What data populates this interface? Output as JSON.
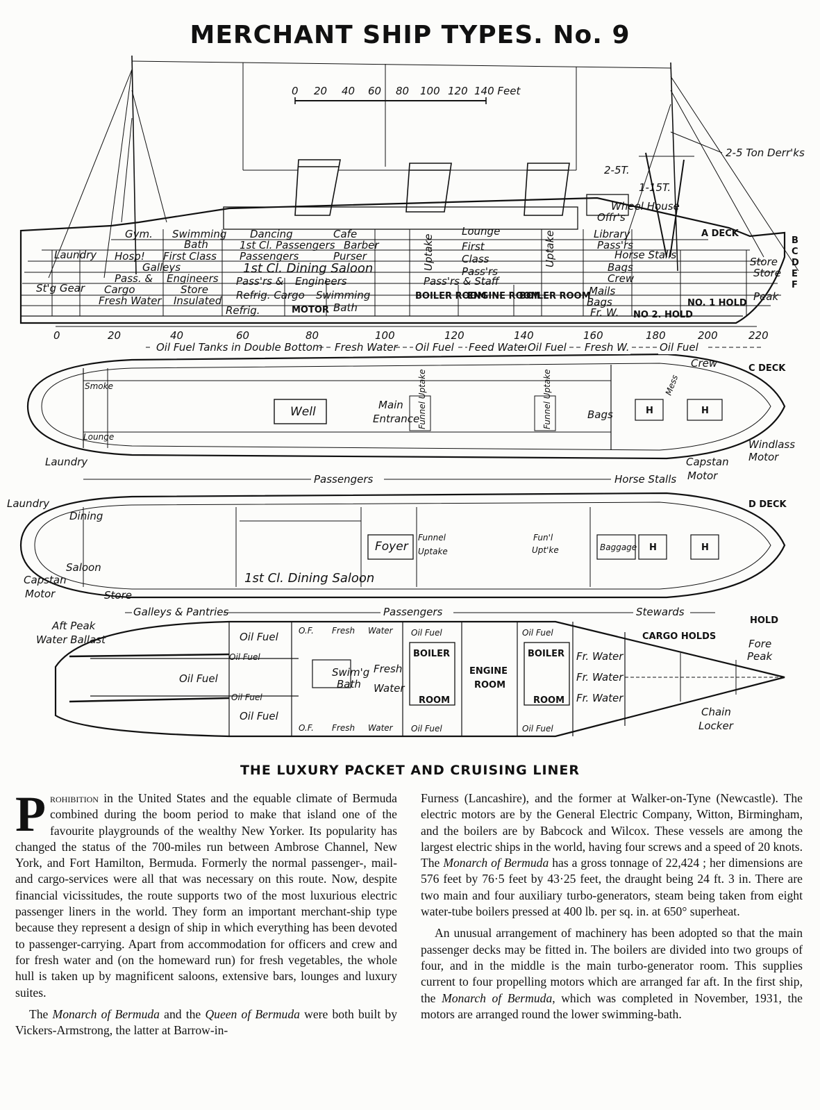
{
  "page": {
    "title": "MERCHANT SHIP TYPES. No. 9",
    "subtitle": "THE LUXURY PACKET AND CRUISING LINER"
  },
  "scale_bar": {
    "ticks": [
      "0",
      "20",
      "40",
      "60",
      "80",
      "100",
      "120",
      "140 Feet"
    ]
  },
  "profile": {
    "labels": {
      "gym": "Gym.",
      "swimming_bath": "Swimming",
      "bath": "Bath",
      "dancing": "Dancing",
      "cafe": "Cafe",
      "lounge": "Lounge",
      "wheel_house": "Wheel House",
      "offrs": "Offr's",
      "library": "Library",
      "passrs_b": "Pass'rs",
      "first_class_pass": "1st Cl. Passengers",
      "barber": "Barber",
      "laundry": "Laundry",
      "hosp": "Hosp!",
      "first_class": "First Class",
      "passengers": "Passengers",
      "purser": "Purser",
      "first": "First",
      "class": "Class",
      "passrs_c": "Pass'rs",
      "horse_stalls": "Horse Stalls",
      "galleys": "Galleys",
      "dining_saloon": "1st Cl. Dining Saloon",
      "bags": "Bags",
      "store_d": "Store",
      "store_e": "Store",
      "stg_gear": "St'g Gear",
      "pass_and": "Pass. &",
      "engineers": "Engineers",
      "passrs_engineers_1": "Pass'rs &",
      "passrs_engineers_2": "Engineers",
      "passrs_staff": "Pass'rs & Staff",
      "crew": "Crew",
      "cargo": "Cargo",
      "store_ins": "Store",
      "refrig_cargo": "Refrig. Cargo",
      "swimming_lower": "Swimming",
      "boiler_room_1": "BOILER ROOM",
      "engine_room": "ENGINE ROOM",
      "boiler_room_2": "BOILER ROOM",
      "mails": "Mails",
      "peak": "Peak",
      "fresh_water": "Fresh Water",
      "insulated": "Insulated",
      "refrig": "Refrig.",
      "motor": "MOTOR",
      "bath_lower": "Bath",
      "uptake_1": "Uptake",
      "uptake_2": "Uptake",
      "bags_fw": "Bags",
      "fr_w": "Fr. W.",
      "no1_hold": "NO. 1 HOLD",
      "no2_hold": "NO 2. HOLD",
      "ton_2_5_a": "2-5T.",
      "ton_1_15": "1-15T.",
      "derricks": "2-5 Ton Derr'ks",
      "a_deck": "A DECK",
      "deck_letters": [
        "B",
        "C",
        "D",
        "E",
        "F"
      ]
    },
    "frame_numbers": [
      "0",
      "20",
      "40",
      "60",
      "80",
      "100",
      "120",
      "140",
      "160",
      "180",
      "200",
      "220"
    ],
    "tank_bar": [
      "Oil Fuel Tanks in Double Bottom",
      "Fresh Water",
      "Oil Fuel",
      "Feed Water",
      "Oil Fuel",
      "Fresh W.",
      "Oil Fuel"
    ]
  },
  "c_deck": {
    "name": "C DECK",
    "labels": {
      "smoke": "Smoke",
      "lounge": "Lounge",
      "well": "Well",
      "main": "Main",
      "entrance": "Entrance",
      "funnel_uptake_1": "Funnel Uptake",
      "funnel_uptake_2": "Funnel Uptake",
      "bags": "Bags",
      "crew": "Crew",
      "mess": "Mess",
      "h1": "H",
      "h2": "H",
      "windlass_motor_1": "Windlass",
      "windlass_motor_2": "Motor",
      "capstan_motor_1": "Capstan",
      "capstan_motor_2": "Motor",
      "laundry": "Laundry",
      "passengers": "Passengers",
      "horse_stalls": "Horse Stalls"
    }
  },
  "d_deck": {
    "name": "D DECK",
    "labels": {
      "laundry": "Laundry",
      "dining": "Dining",
      "saloon": "Saloon",
      "capstan_1": "Capstan",
      "capstan_2": "Motor",
      "store": "Store",
      "dining_saloon": "1st Cl. Dining Saloon",
      "foyer": "Foyer",
      "funnel": "Funnel",
      "uptake": "Uptake",
      "funl": "Fun'l",
      "uptke": "Upt'ke",
      "baggage": "Baggage",
      "h1": "H",
      "h2": "H",
      "galleys_pantries": "Galleys & Pantries",
      "passengers": "Passengers",
      "stewards": "Stewards"
    }
  },
  "hold": {
    "name": "HOLD",
    "labels": {
      "aft_peak_1": "Aft Peak",
      "aft_peak_2": "Water Ballast",
      "oil_fuel": "Oil Fuel",
      "oil_fuel_small": "Oil Fuel",
      "of": "O.F.",
      "fresh": "Fresh",
      "water": "Water",
      "swimg": "Swim'g",
      "bath": "Bath",
      "fresh_v": "Fresh",
      "water_v": "Water",
      "boiler": "BOILER",
      "room": "ROOM",
      "engine": "ENGINE",
      "engine_room": "ROOM",
      "fr_water": "Fr. Water",
      "cargo_holds": "CARGO HOLDS",
      "fore_1": "Fore",
      "fore_2": "Peak",
      "chain_1": "Chain",
      "chain_2": "Locker"
    }
  },
  "article": {
    "col1_p1_dropcap": "P",
    "col1_p1_smallcaps": "rohibition",
    "col1_p1": " in the United States and the equable climate of Bermuda combined during the boom period to make that island one of the favourite playgrounds of the wealthy New Yorker. Its popularity has changed the status of the 700-miles run between Ambrose Channel, New York, and Fort Hamilton, Bermuda. Formerly the normal passenger-, mail- and cargo-services were all that was necessary on this route. Now, despite financial vicissitudes, the route supports two of the most luxurious electric passenger liners in the world. They form an important merchant-ship type because they represent a design of ship in which everything has been devoted to passenger-carrying. Apart from accommodation for officers and crew and for fresh water and (on the homeward run) for fresh vegetables, the whole hull is taken up by magnificent saloons, extensive bars, lounges and luxury suites.",
    "col1_p2_a": "The ",
    "col1_p2_ship1": "Monarch of Bermuda",
    "col1_p2_b": " and the ",
    "col1_p2_ship2": "Queen of Bermuda",
    "col1_p2_c": " were both built by Vickers-Armstrong, the latter at Barrow-in-",
    "col2_p1_a": "Furness (Lancashire), and the former at Walker-on-Tyne (Newcastle). The electric motors are by the General Electric Company, Witton, Birmingham, and the boilers are by Babcock and Wilcox. These vessels are among the largest electric ships in the world, having four screws and a speed of 20 knots. The ",
    "col2_p1_ship": "Monarch of Bermuda",
    "col2_p1_b": " has a gross tonnage of 22,424 ; her dimensions are 576 feet by 76·5 feet by 43·25 feet, the draught being 24 ft. 3 in. There are two main and four auxiliary turbo-generators, steam being taken from eight water-tube boilers pressed at 400 lb. per sq. in. at 650° superheat.",
    "col2_p2_a": "An unusual arrangement of machinery has been adopted so that the main passenger decks may be fitted in. The boilers are divided into two groups of four, and in the middle is the main turbo-generator room. This supplies current to four propelling motors which are arranged far aft. In the first ship, the ",
    "col2_p2_ship": "Monarch of Bermuda",
    "col2_p2_b": ", which was completed in November, 1931, the motors are arranged round the lower swimming-bath."
  }
}
